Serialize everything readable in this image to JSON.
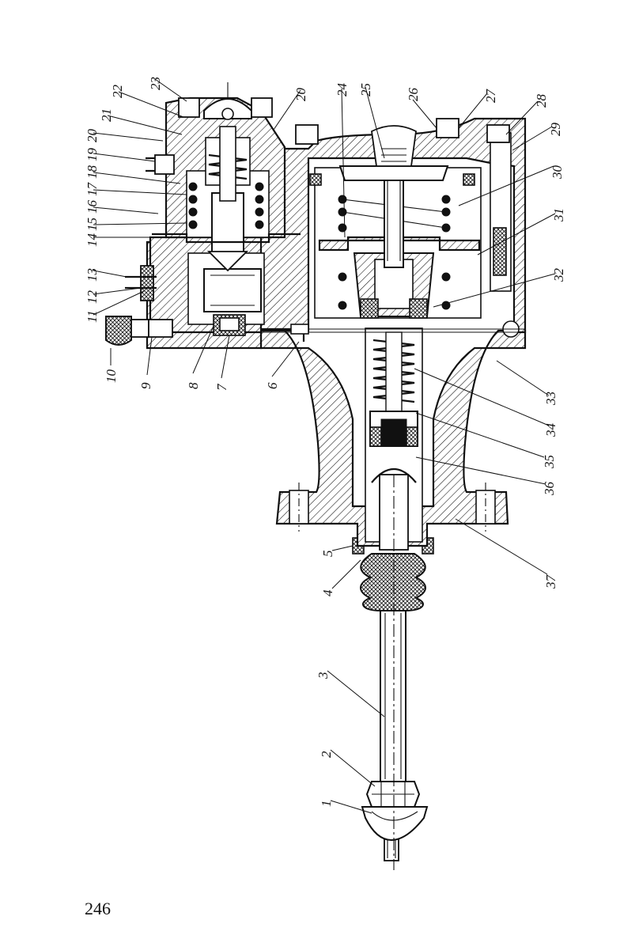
{
  "page": {
    "number": "246"
  },
  "callouts": [
    "1",
    "2",
    "3",
    "4",
    "5",
    "6",
    "7",
    "8",
    "9",
    "10",
    "11",
    "12",
    "13",
    "14",
    "15",
    "16",
    "17",
    "18",
    "19",
    "20",
    "21",
    "22",
    "23",
    "24",
    "25",
    "26",
    "27",
    "28",
    "29",
    "30",
    "31",
    "32",
    "33",
    "34",
    "35",
    "36",
    "37"
  ],
  "colors": {
    "ink": "#111111",
    "paper": "#ffffff"
  }
}
